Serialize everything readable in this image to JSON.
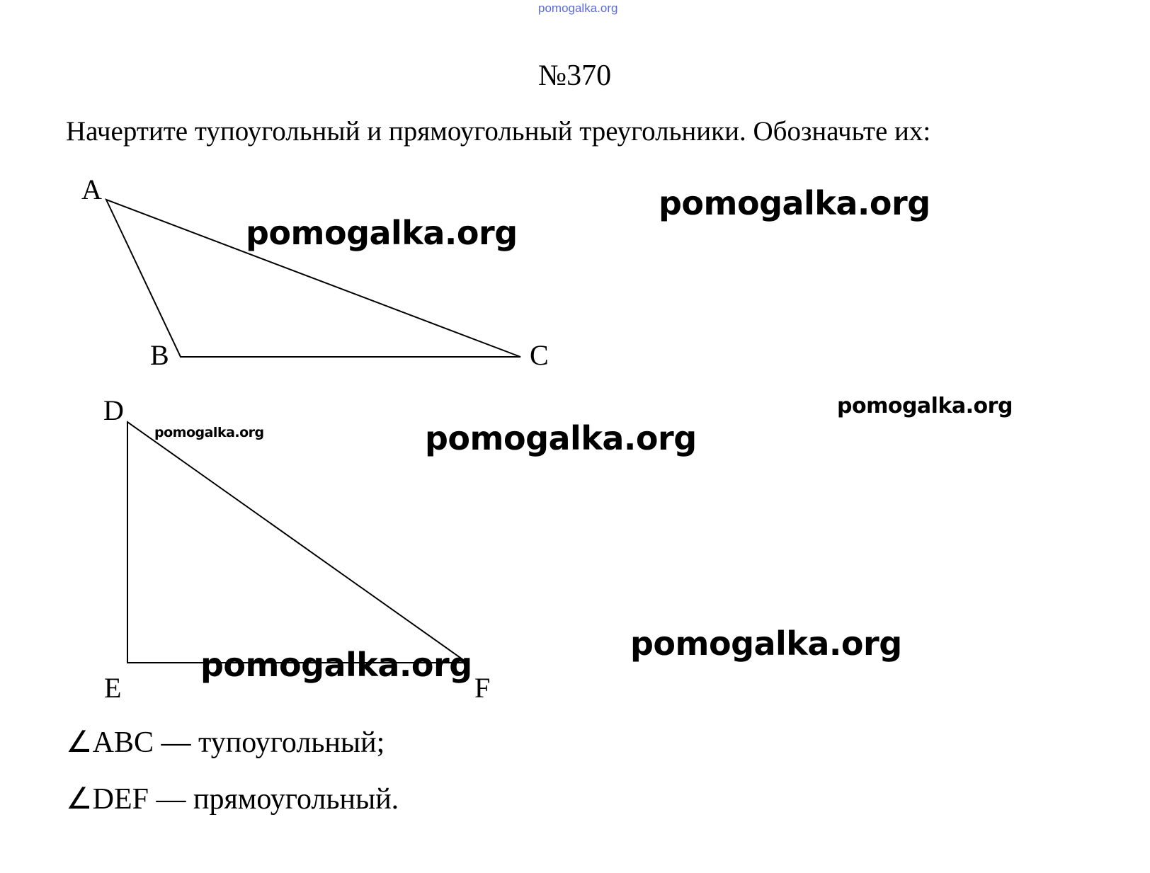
{
  "header": {
    "site_watermark": "pomogalka.org"
  },
  "problem": {
    "number": "№370",
    "task": "Начертите тупоугольный и прямоугольный треугольники. Обозначьте их:"
  },
  "obtuse_triangle": {
    "vertices": [
      "A",
      "B",
      "C"
    ]
  },
  "right_triangle": {
    "vertices": [
      "D",
      "E",
      "F"
    ]
  },
  "watermarks": [
    "pomogalka.org",
    "pomogalka.org",
    "pomogalka.org",
    "pomogalka.org",
    "pomogalka.org",
    "pomogalka.org",
    "pomogalka.org"
  ],
  "answers": [
    "∠ABC — тупоугольный;",
    "∠DEF — прямоугольный."
  ]
}
